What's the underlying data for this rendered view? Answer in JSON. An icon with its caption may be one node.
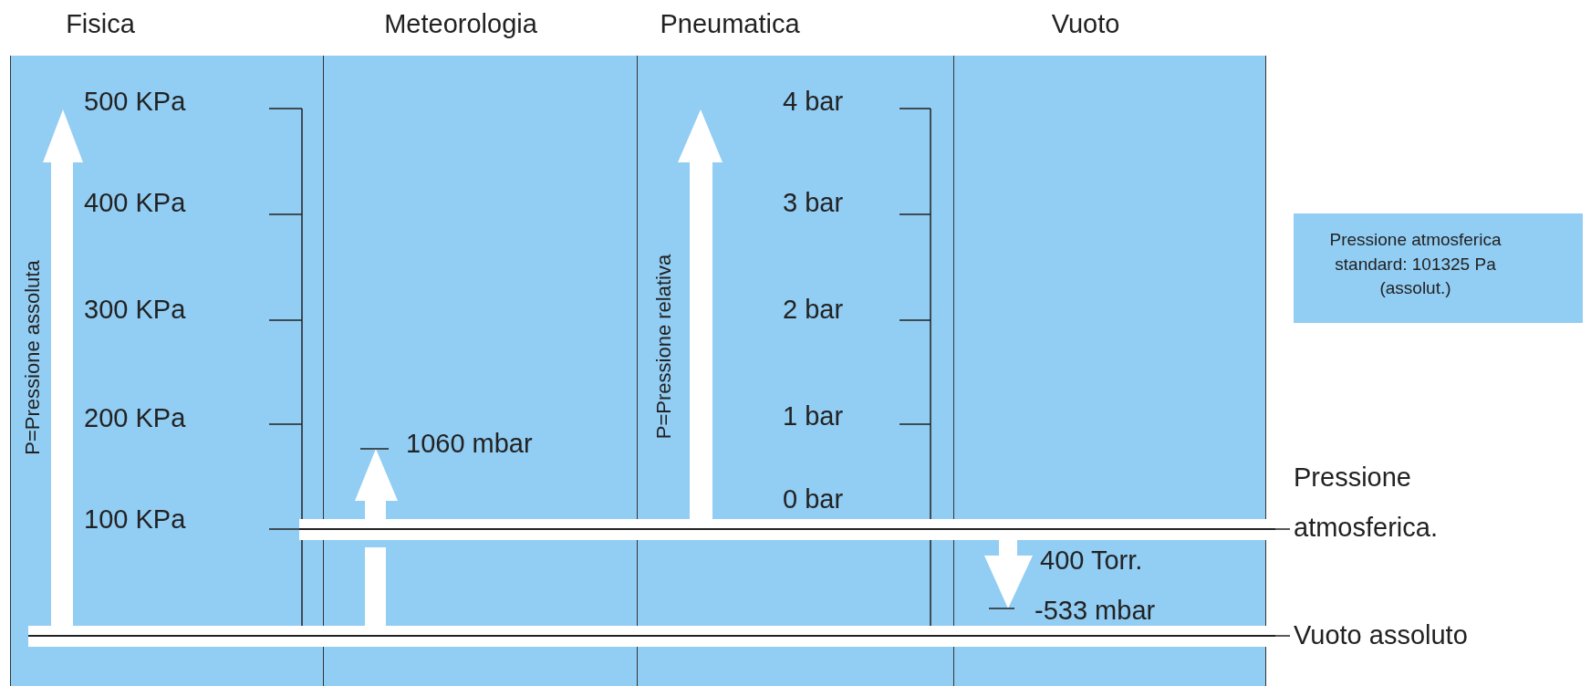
{
  "diagram": {
    "nodes": [
      {
        "text": [
          "Fisica"
        ]
      },
      {
        "text": [
          "Meteorologia"
        ]
      },
      {
        "text": [
          "Pneumatica"
        ]
      },
      {
        "text": [
          "Vuoto"
        ]
      },
      {
        "text": [
          "Pressione atmosferica standard: 101325 Pa (assolut.)"
        ]
      },
      {
        "text": [
          "Pressione atmosferica."
        ]
      },
      {
        "text": [],
        "shape": "bar"
      },
      {
        "text": [
          "Vuoto assoluto"
        ]
      },
      {
        "text": [],
        "shape": "bar"
      }
    ],
    "edges": [
      {
        "from": 5,
        "to": 6,
        "arrow": "none"
      },
      {
        "from": 7,
        "to": 8,
        "arrow": "none"
      }
    ],
    "labels": [
      "500 KPa",
      "400 KPa",
      "300 KPa",
      "200 KPa",
      "100 KPa",
      "P=Pressione assoluta",
      "1060 mbar",
      "4 bar",
      "3 bar",
      "2 bar",
      "1 bar",
      "0 bar",
      "P=Pressione relativa",
      "400 Torr.",
      "-533 mbar"
    ]
  }
}
